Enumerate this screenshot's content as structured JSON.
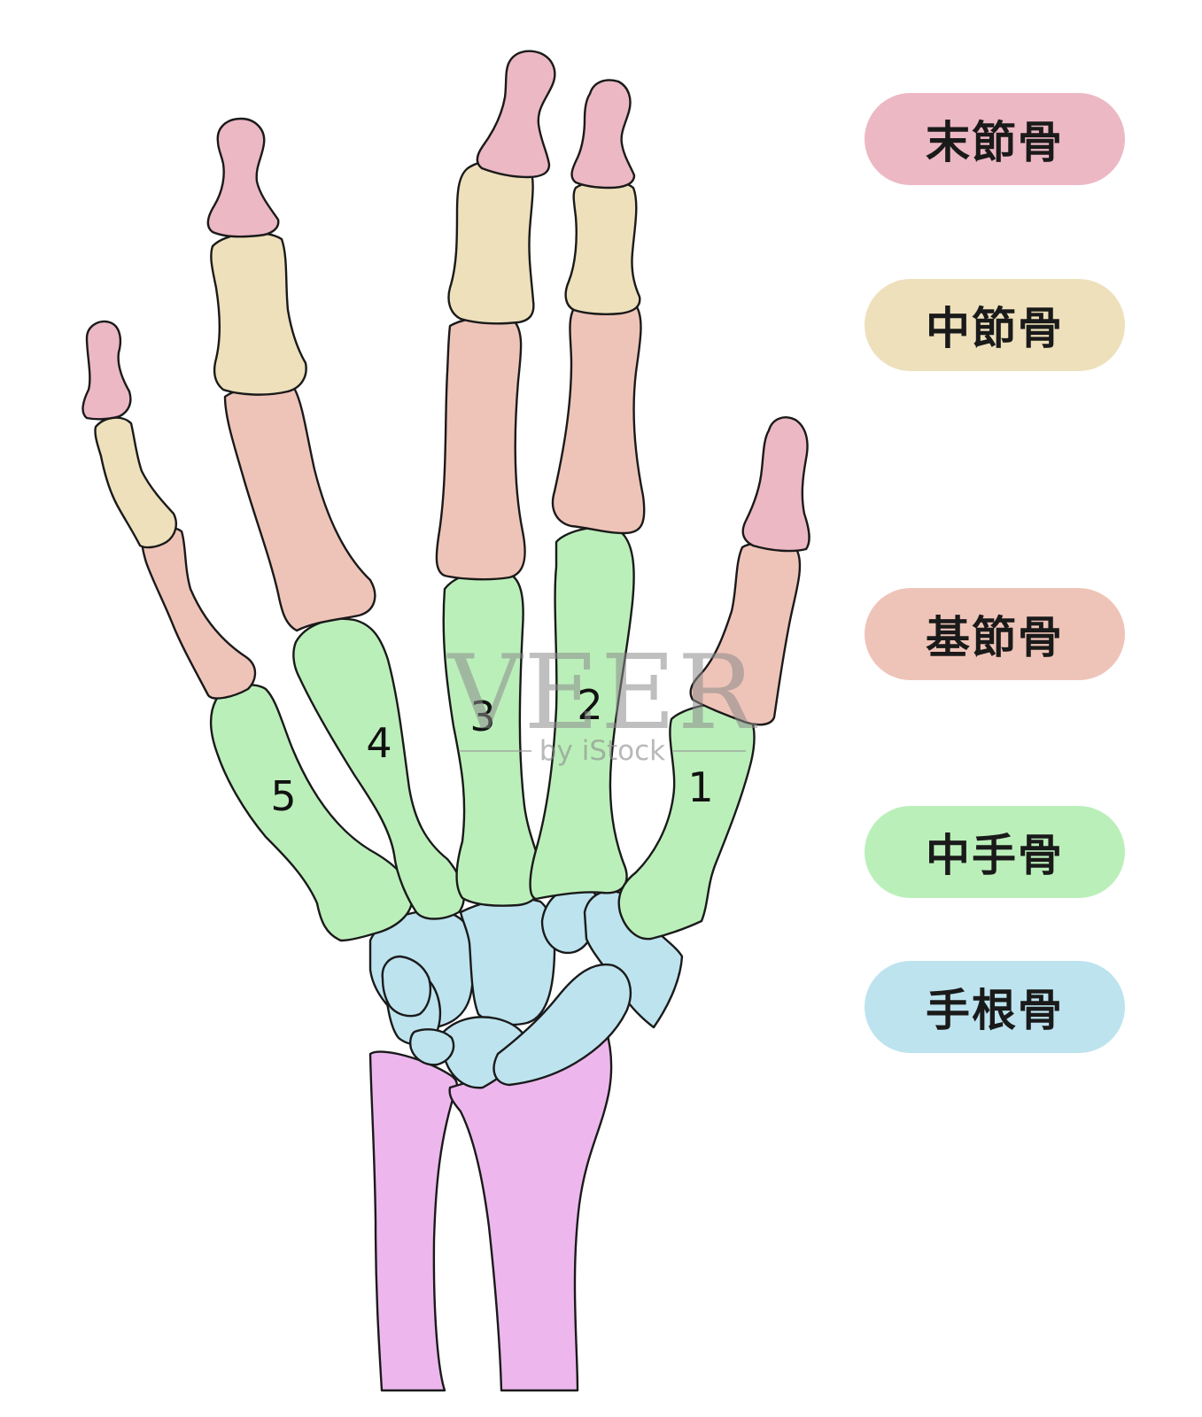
{
  "colors": {
    "distal": "#ecb8c4",
    "middle": "#ede0bb",
    "proximal": "#efc4b8",
    "metacarpal": "#bbefba",
    "carpal": "#bde3ef",
    "forearm": "#edb7ee",
    "outline": "#1a1a1a"
  },
  "legend": [
    {
      "id": "distal",
      "label": "末節骨"
    },
    {
      "id": "middle",
      "label": "中節骨"
    },
    {
      "id": "proximal",
      "label": "基節骨"
    },
    {
      "id": "metacarpal",
      "label": "中手骨"
    },
    {
      "id": "carpal",
      "label": "手根骨"
    }
  ],
  "finger_numbers": [
    "1",
    "2",
    "3",
    "4",
    "5"
  ],
  "watermark": {
    "main": "VEER",
    "sub": "by iStock"
  }
}
